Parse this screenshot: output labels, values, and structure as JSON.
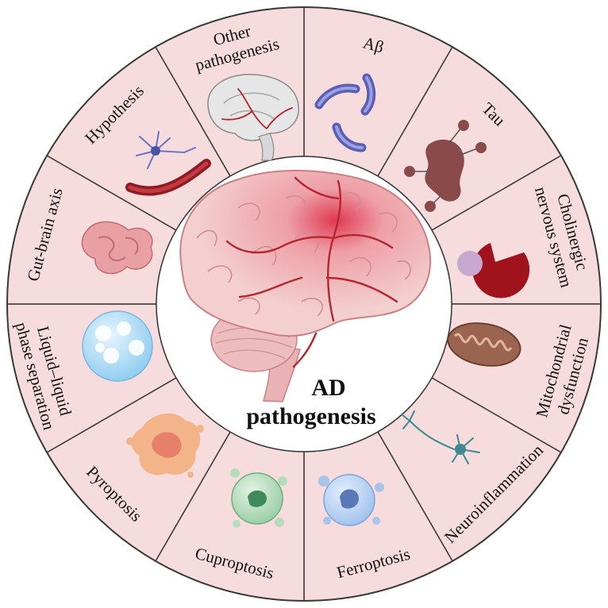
{
  "center": {
    "line1": "AD",
    "line2": "pathogenesis"
  },
  "colors": {
    "segment_fill": "#f6dcdc",
    "segment_stroke": "#3a3a3a",
    "center_fill": "#ffffff",
    "vessel": "#b5262e",
    "brain": "#f0c4c4",
    "text": "#111111"
  },
  "segments": [
    {
      "id": "abeta",
      "label_lines": [
        "Aβ"
      ],
      "icon": "amyloid-beta-icon"
    },
    {
      "id": "tau",
      "label_lines": [
        "Tau"
      ],
      "icon": "tau-protein-icon"
    },
    {
      "id": "cholinergic",
      "label_lines": [
        "Cholinergic",
        "nervous system"
      ],
      "icon": "cholinergic-icon"
    },
    {
      "id": "mito",
      "label_lines": [
        "Mitochondrial",
        "dysfunction"
      ],
      "icon": "mitochondria-icon"
    },
    {
      "id": "neuroinflammation",
      "label_lines": [
        "Neuroinflammation"
      ],
      "icon": "neuron-icon"
    },
    {
      "id": "ferroptosis",
      "label_lines": [
        "Ferroptosis"
      ],
      "icon": "ferroptosis-cell-icon"
    },
    {
      "id": "cuproptosis",
      "label_lines": [
        "Cuproptosis"
      ],
      "icon": "cuproptosis-cell-icon"
    },
    {
      "id": "pyroptosis",
      "label_lines": [
        "Pyroptosis"
      ],
      "icon": "pyroptosis-cell-icon"
    },
    {
      "id": "llps",
      "label_lines": [
        "Liquid–liquid",
        "phase separation"
      ],
      "icon": "droplet-icon"
    },
    {
      "id": "gutbrain",
      "label_lines": [
        "Gut-brain axis"
      ],
      "icon": "intestine-icon"
    },
    {
      "id": "hypothesis",
      "label_lines": [
        "Hypothesis"
      ],
      "icon": "neuron-vessel-icon"
    },
    {
      "id": "other",
      "label_lines": [
        "Other",
        "pathogenesis"
      ],
      "icon": "brain-section-icon"
    }
  ]
}
